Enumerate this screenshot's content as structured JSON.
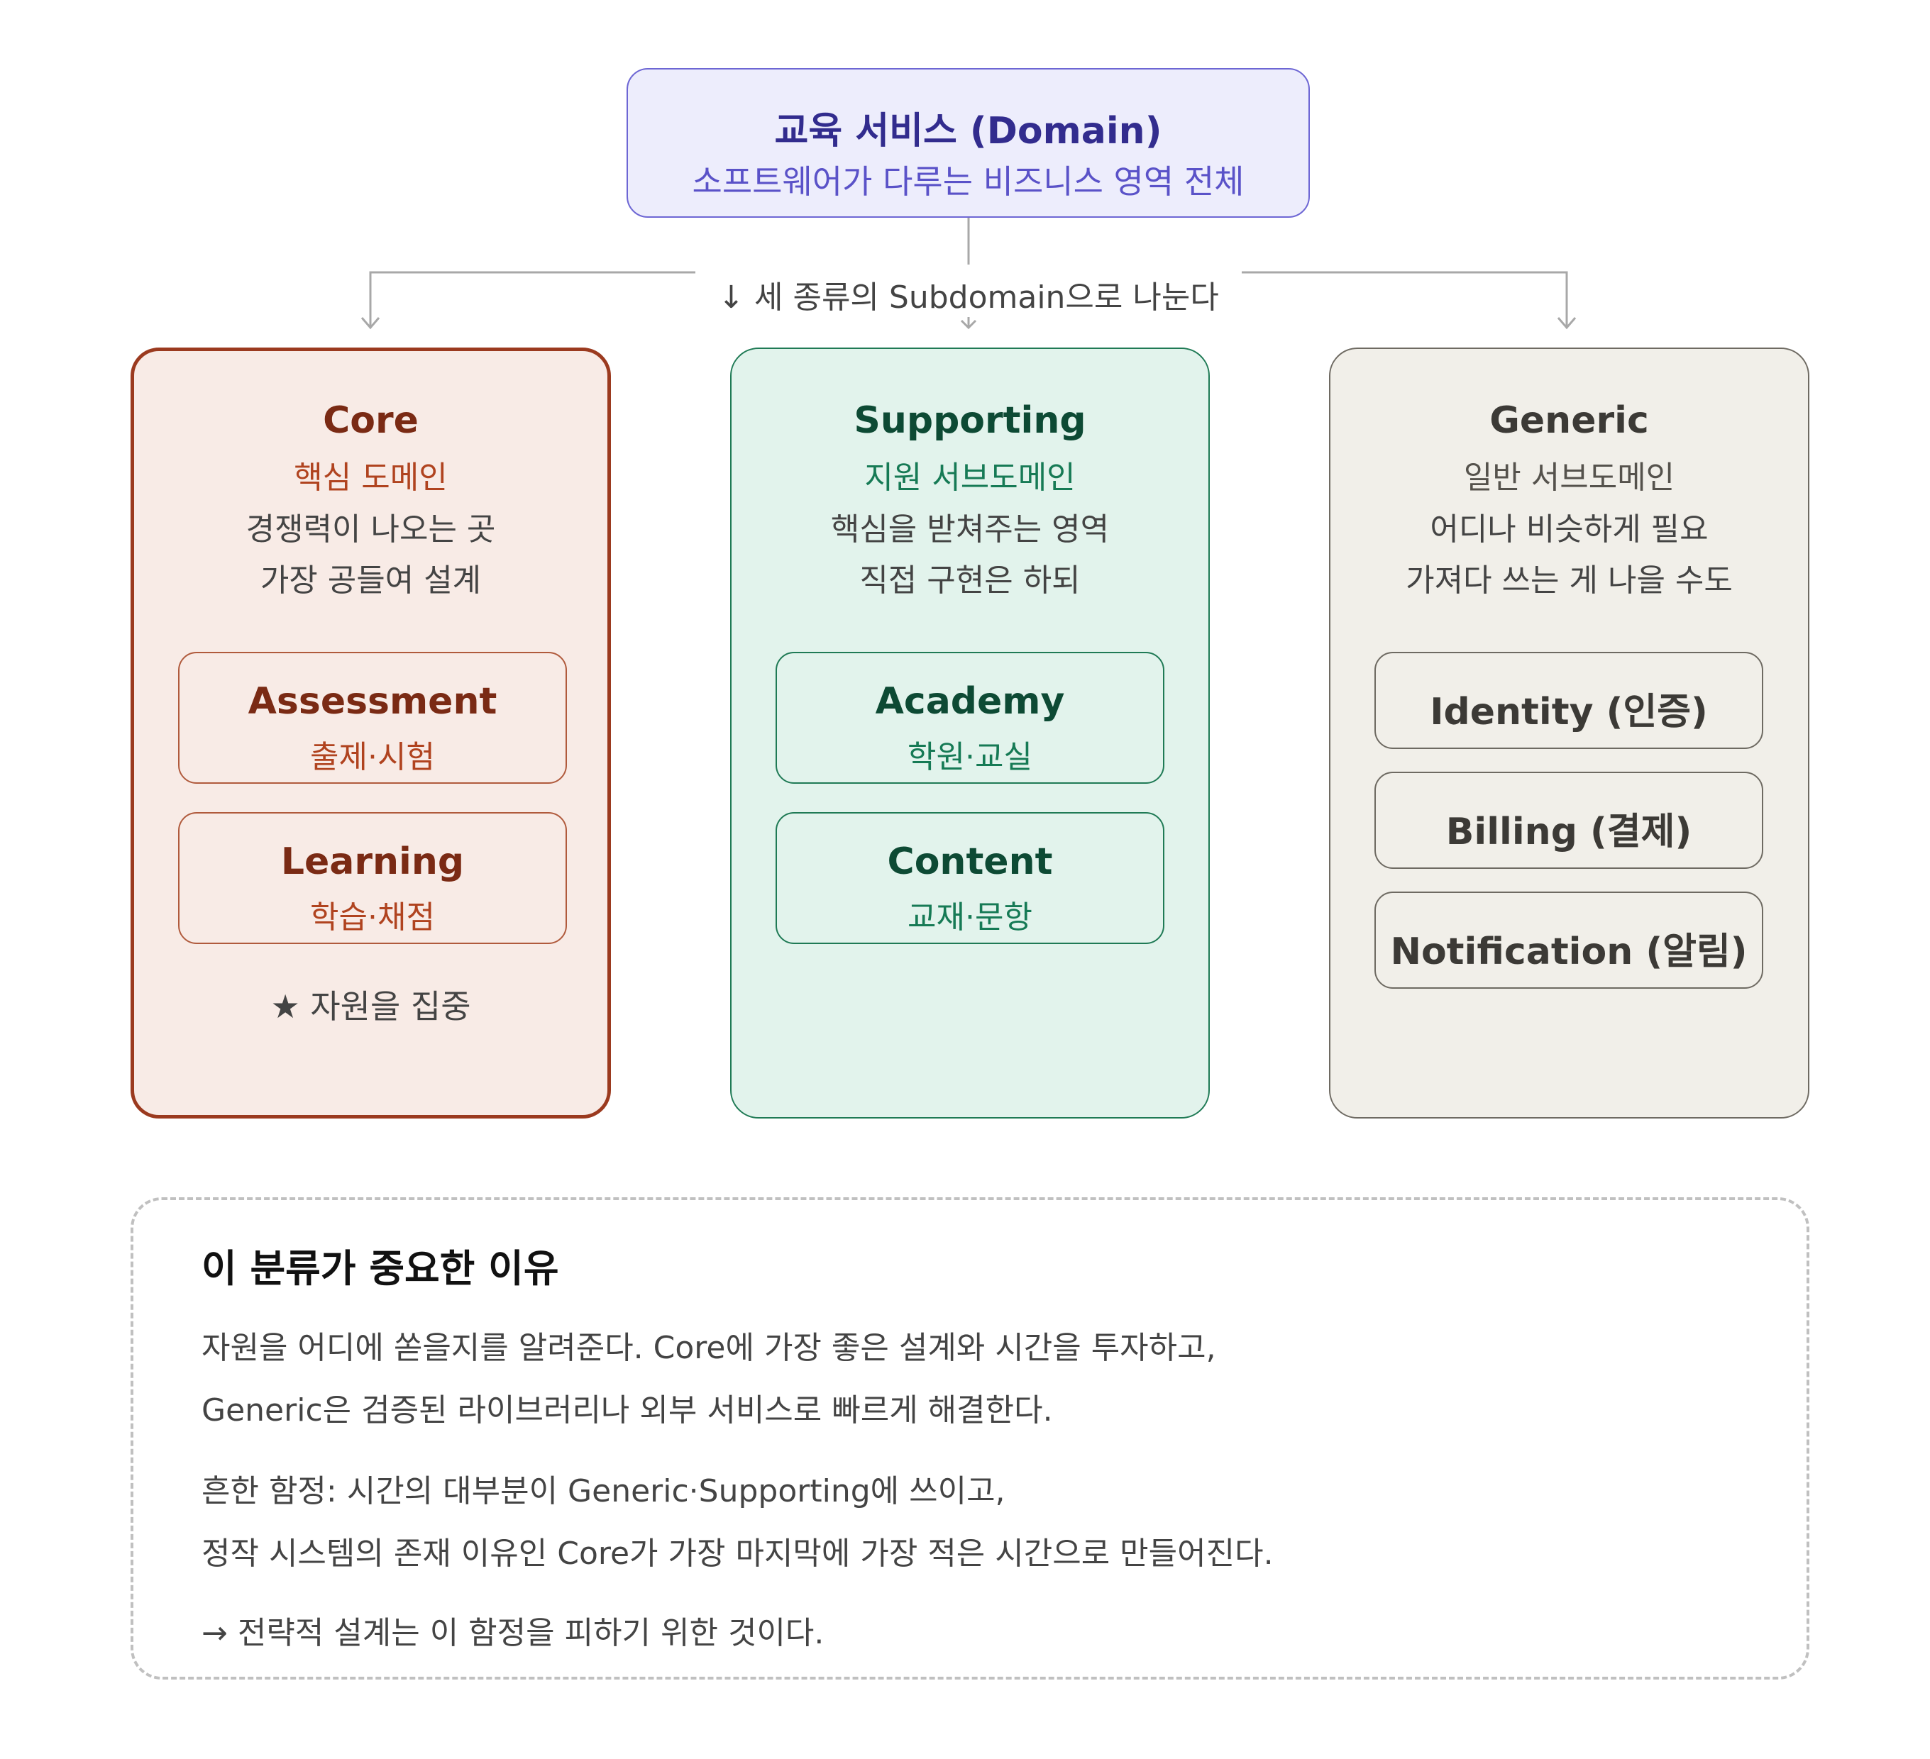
{
  "domain": {
    "title": "교육 서비스 (Domain)",
    "subtitle": "소프트웨어가 다루는 비즈니스 영역 전체"
  },
  "split_label": "↓ 세 종류의 Subdomain으로 나눈다",
  "columns": {
    "core": {
      "title": "Core",
      "subtitle": "핵심 도메인",
      "desc": [
        "경쟁력이 나오는 곳",
        "가장 공들여 설계"
      ],
      "boxes": [
        {
          "title": "Assessment",
          "sub": "출제·시험"
        },
        {
          "title": "Learning",
          "sub": "학습·채점"
        }
      ],
      "note": "★ 자원을 집중"
    },
    "supporting": {
      "title": "Supporting",
      "subtitle": "지원 서브도메인",
      "desc": [
        "핵심을 받쳐주는 영역",
        "직접 구현은 하되"
      ],
      "boxes": [
        {
          "title": "Academy",
          "sub": "학원·교실"
        },
        {
          "title": "Content",
          "sub": "교재·문항"
        }
      ]
    },
    "generic": {
      "title": "Generic",
      "subtitle": "일반 서브도메인",
      "desc": [
        "어디나 비슷하게 필요",
        "가져다 쓰는 게 나을 수도"
      ],
      "boxes": [
        {
          "title": "Identity (인증)"
        },
        {
          "title": "Billing (결제)"
        },
        {
          "title": "Notification (알림)"
        }
      ]
    }
  },
  "why": {
    "title": "이 분류가 중요한 이유",
    "lines": [
      "자원을 어디에 쏟을지를 알려준다. Core에 가장 좋은 설계와 시간을 투자하고,",
      "Generic은 검증된 라이브러리나 외부 서비스로 빠르게 해결한다.",
      "흔한 함정: 시간의 대부분이 Generic·Supporting에 쓰이고,",
      "정작 시스템의 존재 이유인 Core가 가장 마지막에 가장 적은 시간으로 만들어진다.",
      "→ 전략적 설계는 이 함정을 피하기 위한 것이다."
    ]
  },
  "colors": {
    "domain_fill": "#ededfc",
    "domain_border": "#6d66d4",
    "core_border": "#9b3a1f",
    "core_fill": "#f8ebe6",
    "supporting_border": "#1f7a55",
    "supporting_fill": "#e2f3ec",
    "generic_border": "#6e6a62",
    "generic_fill": "#f1efe9",
    "connector": "#a8a8a8"
  }
}
